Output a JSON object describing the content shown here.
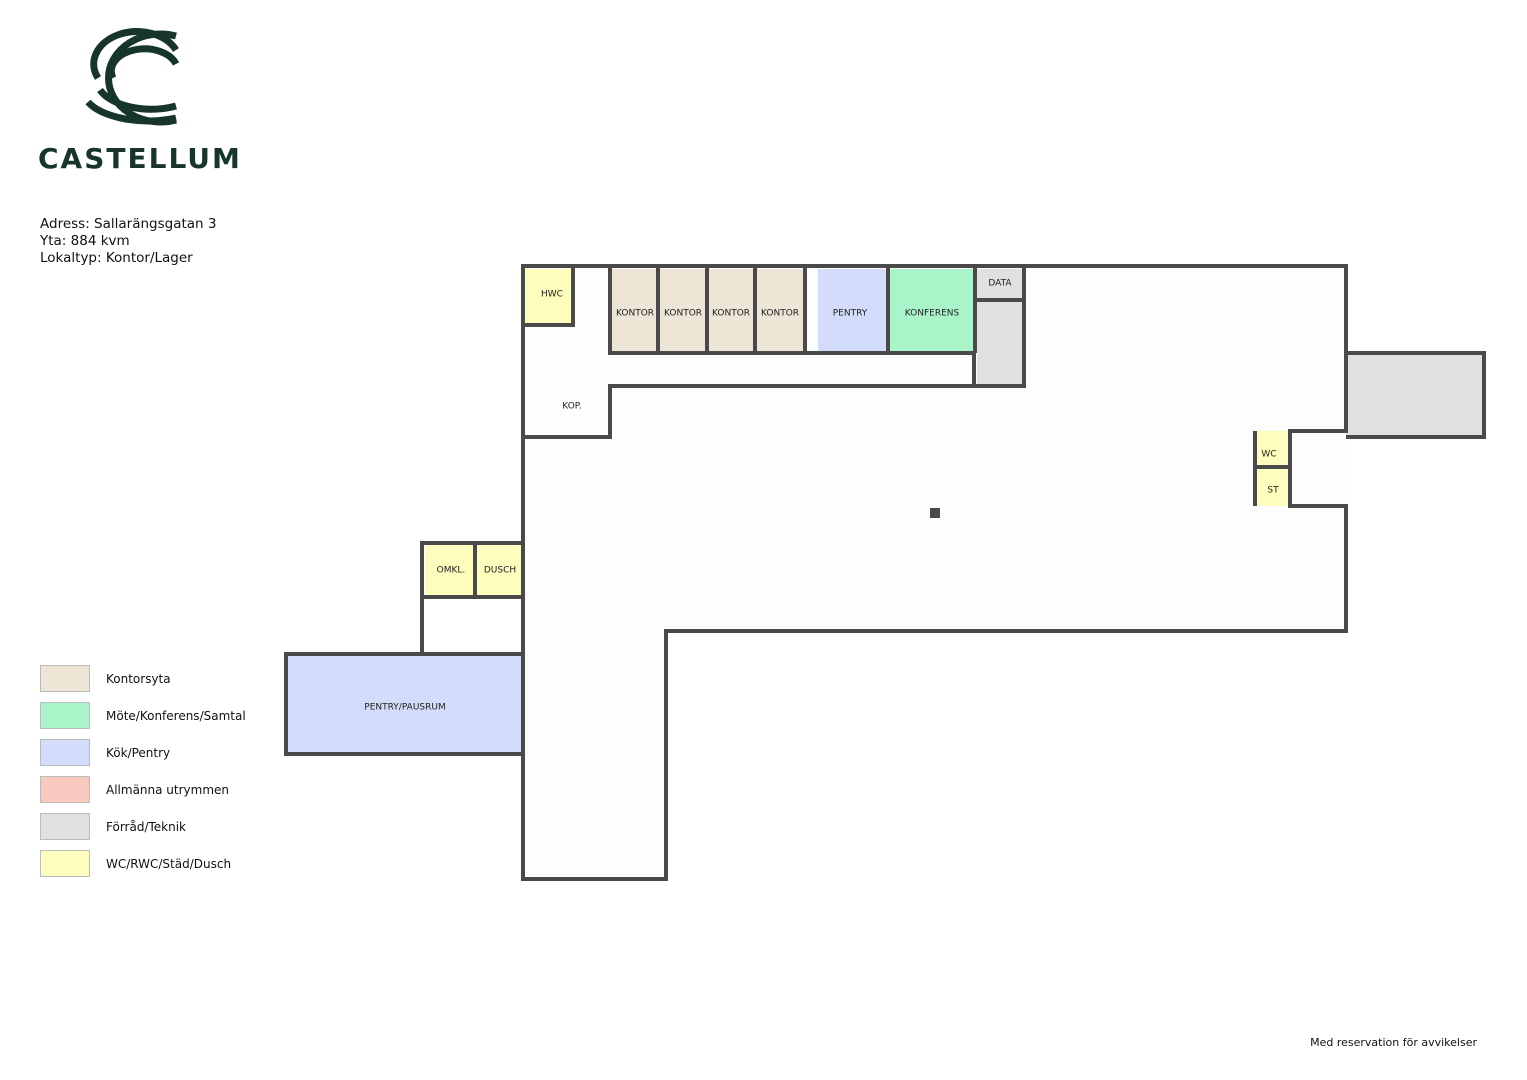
{
  "brand": {
    "name": "CASTELLUM"
  },
  "info": {
    "address": "Adress: Sallarängsgatan 3",
    "area": "Yta: 884 kvm",
    "type": "Lokaltyp: Kontor/Lager"
  },
  "legend": [
    {
      "label": "Kontorsyta",
      "color": "#ede5d5"
    },
    {
      "label": "Möte/Konferens/Samtal",
      "color": "#a9f5c9"
    },
    {
      "label": "Kök/Pentry",
      "color": "#d3dcfb"
    },
    {
      "label": "Allmänna utrymmen",
      "color": "#f9c8bf"
    },
    {
      "label": "Förråd/Teknik",
      "color": "#e0e0e0"
    },
    {
      "label": "WC/RWC/Städ/Dusch",
      "color": "#fdfdbd"
    }
  ],
  "rooms": {
    "hwc": "HWC",
    "kontor1": "KONTOR",
    "kontor2": "KONTOR",
    "kontor3": "KONTOR",
    "kontor4": "KONTOR",
    "pentry": "PENTRY",
    "konferens": "KONFERENS",
    "data": "DATA",
    "kop": "KOP.",
    "wc": "WC",
    "st": "ST",
    "omkl": "OMKL.",
    "dusch": "DUSCH",
    "pentry_pausrum": "PENTRY/PAUSRUM"
  },
  "footer": {
    "note": "Med reservation för avvikelser"
  }
}
